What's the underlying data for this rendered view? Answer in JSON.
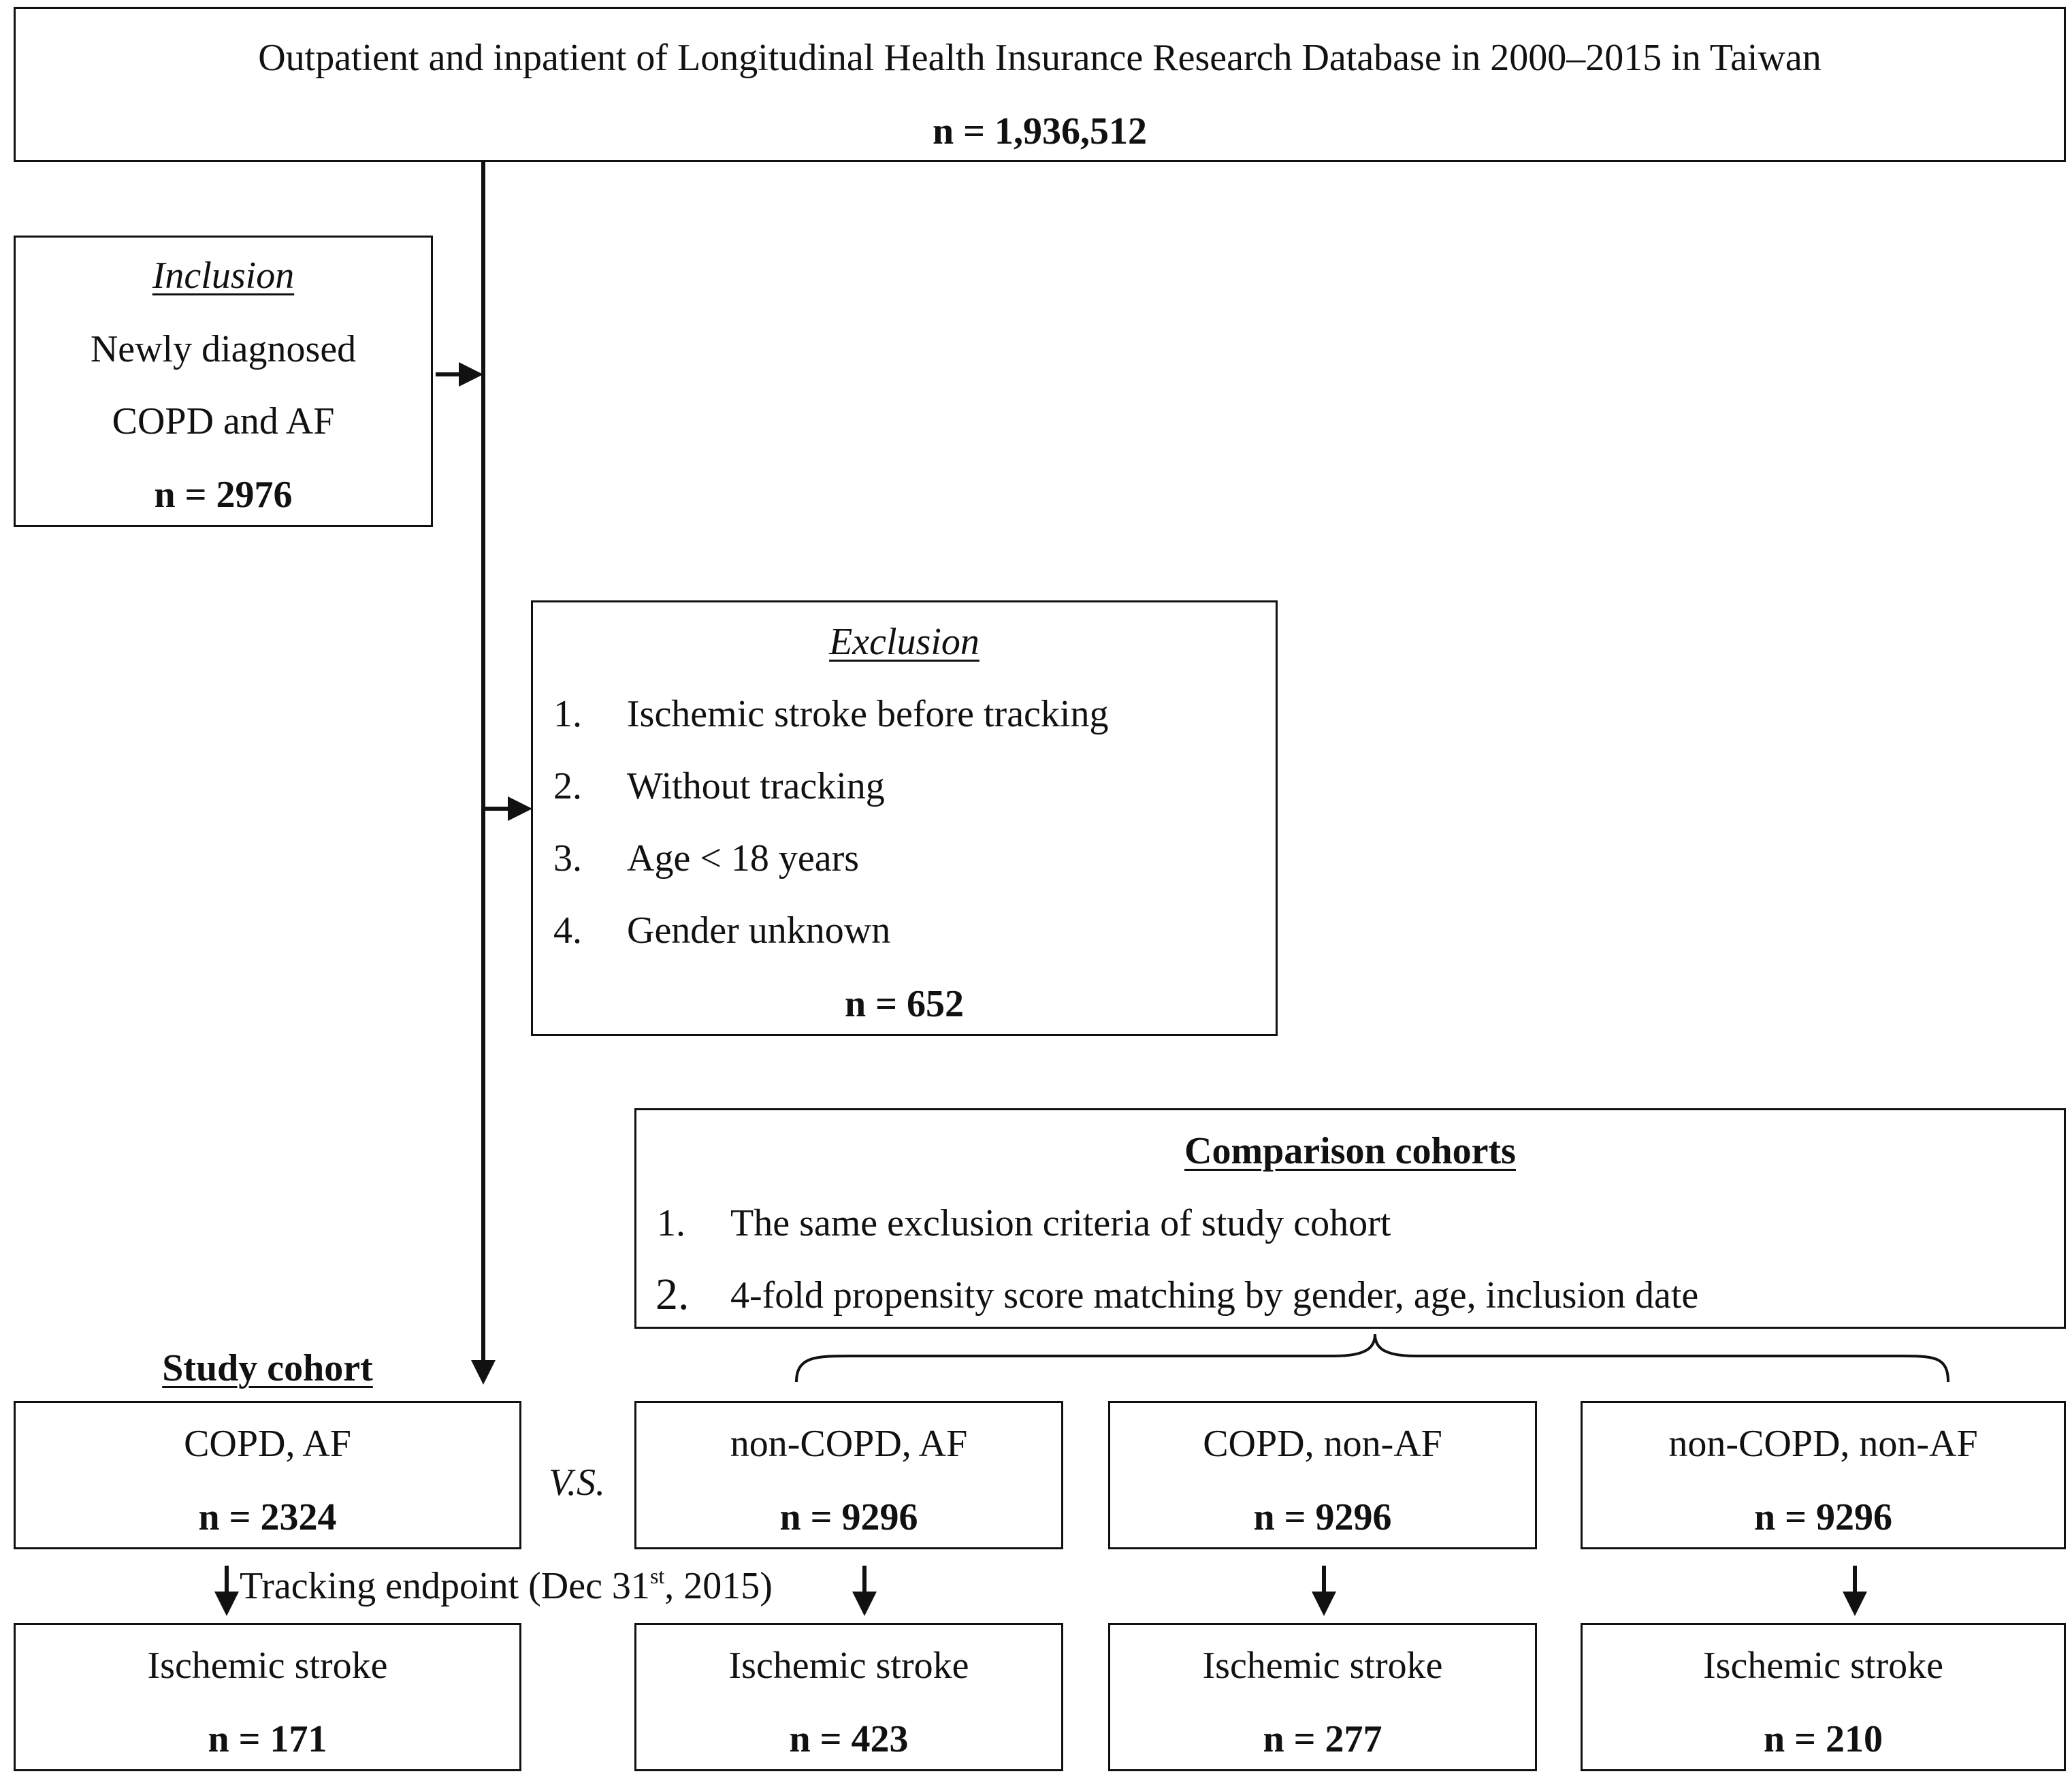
{
  "source_box": {
    "title": "Outpatient and inpatient of Longitudinal Health Insurance Research Database in 2000–2015 in Taiwan",
    "n": "n = 1,936,512"
  },
  "inclusion": {
    "heading": "Inclusion",
    "line1": "Newly diagnosed",
    "line2": "COPD and AF",
    "n": "n = 2976"
  },
  "exclusion": {
    "heading": "Exclusion",
    "items": [
      {
        "num": "1.",
        "text": "Ischemic stroke before tracking"
      },
      {
        "num": "2.",
        "text": "Without tracking"
      },
      {
        "num": "3.",
        "text": "Age < 18 years"
      },
      {
        "num": "4.",
        "text": "Gender unknown"
      }
    ],
    "n": "n = 652"
  },
  "comparison": {
    "heading": "Comparison cohorts",
    "items": [
      {
        "num": "1.",
        "text": "The same exclusion criteria of study cohort"
      },
      {
        "num": "2.",
        "text": "4-fold propensity score matching by gender, age, inclusion date"
      }
    ]
  },
  "study_cohort_label": "Study cohort",
  "vs_label": "V.S.",
  "tracking": {
    "prefix": "Tracking endpoint (Dec 31",
    "sup": "st",
    "suffix": ", 2015)"
  },
  "cohorts": [
    {
      "name": "COPD, AF",
      "n": "n = 2324",
      "outcome": "Ischemic stroke",
      "outcome_n": "n = 171"
    },
    {
      "name": "non-COPD, AF",
      "n": "n = 9296",
      "outcome": "Ischemic stroke",
      "outcome_n": "n = 423"
    },
    {
      "name": "COPD, non-AF",
      "n": "n = 9296",
      "outcome": "Ischemic stroke",
      "outcome_n": "n = 277"
    },
    {
      "name": "non-COPD, non-AF",
      "n": "n = 9296",
      "outcome": "Ischemic stroke",
      "outcome_n": "n = 210"
    }
  ]
}
